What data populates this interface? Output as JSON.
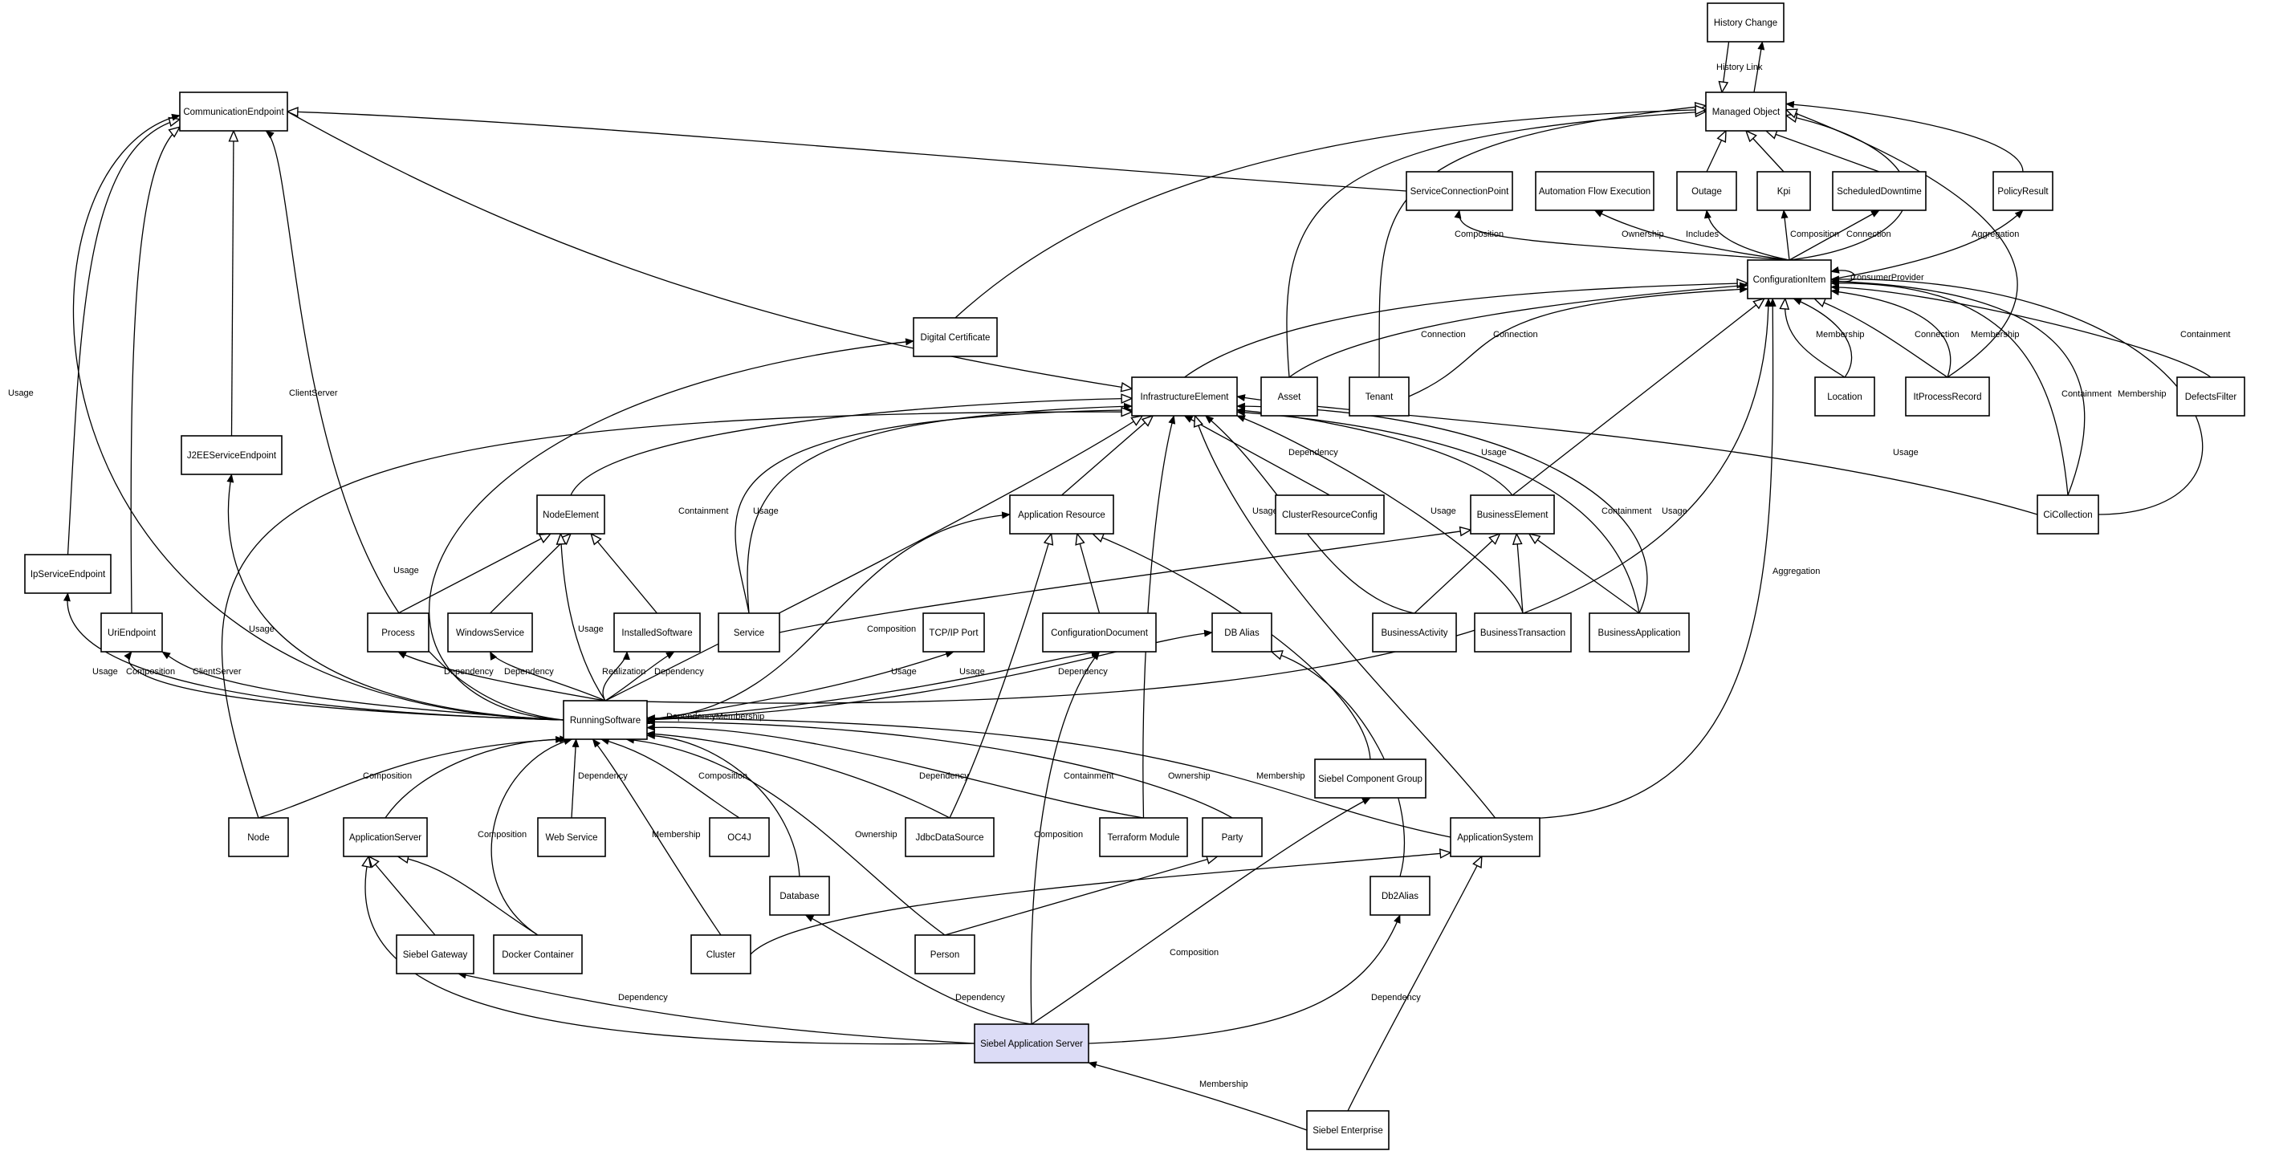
{
  "nodes": {
    "history_change": "History Change",
    "managed_object": "Managed Object",
    "communication_endpoint": "CommunicationEndpoint",
    "service_connection_point": "ServiceConnectionPoint",
    "automation_flow_execution": "Automation Flow Execution",
    "outage": "Outage",
    "kpi": "Kpi",
    "scheduled_downtime": "ScheduledDowntime",
    "policy_result": "PolicyResult",
    "configuration_item": "ConfigurationItem",
    "digital_certificate": "Digital Certificate",
    "infrastructure_element": "InfrastructureElement",
    "asset": "Asset",
    "tenant": "Tenant",
    "location": "Location",
    "it_process_record": "ItProcessRecord",
    "defects_filter": "DefectsFilter",
    "j2ee_service_endpoint": "J2EEServiceEndpoint",
    "node_element": "NodeElement",
    "application_resource": "Application Resource",
    "cluster_resource_config": "ClusterResourceConfig",
    "business_element": "BusinessElement",
    "ci_collection": "CiCollection",
    "ip_service_endpoint": "IpServiceEndpoint",
    "uri_endpoint": "UriEndpoint",
    "process": "Process",
    "windows_service": "WindowsService",
    "installed_software": "InstalledSoftware",
    "service": "Service",
    "tcp_ip_port": "TCP/IP Port",
    "configuration_document": "ConfigurationDocument",
    "db_alias": "DB Alias",
    "business_activity": "BusinessActivity",
    "business_transaction": "BusinessTransaction",
    "business_application": "BusinessApplication",
    "running_software": "RunningSoftware",
    "siebel_component_group": "Siebel Component Group",
    "node": "Node",
    "application_server": "ApplicationServer",
    "web_service": "Web Service",
    "oc4j": "OC4J",
    "jdbc_data_source": "JdbcDataSource",
    "terraform_module": "Terraform Module",
    "party": "Party",
    "application_system": "ApplicationSystem",
    "database": "Database",
    "db2_alias": "Db2Alias",
    "siebel_gateway": "Siebel Gateway",
    "docker_container": "Docker Container",
    "cluster": "Cluster",
    "person": "Person",
    "siebel_application_server": "Siebel Application Server",
    "siebel_enterprise": "Siebel Enterprise"
  },
  "edge_labels": {
    "history_link": "History Link",
    "connection": "Connection",
    "composition": "Composition",
    "ownership": "Ownership",
    "includes": "Includes",
    "aggregation": "Aggregation",
    "consumer_provider": "ConsumerProvider",
    "membership": "Membership",
    "containment": "Containment",
    "usage": "Usage",
    "client_server": "ClientServer",
    "dependency": "Dependency",
    "realization": "Realization",
    "dependency_membership": "DependencyMembership"
  },
  "colors": {
    "highlight_fill": "#dcdcf6",
    "stroke": "#000000",
    "background": "#ffffff"
  }
}
